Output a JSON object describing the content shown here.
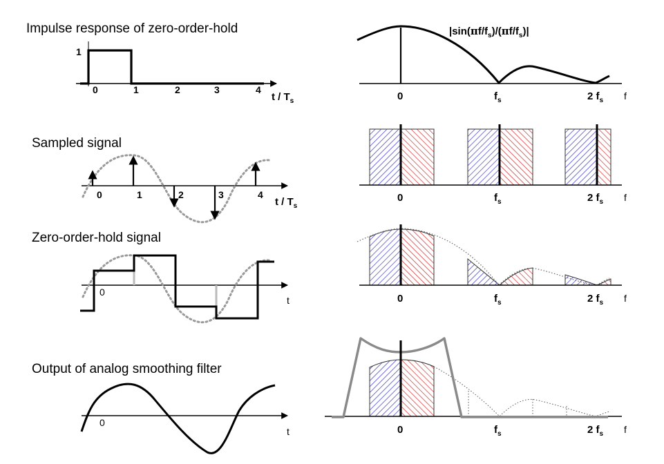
{
  "rows": [
    {
      "title": "Impulse response of zero-order-hold"
    },
    {
      "title": "Sampled signal"
    },
    {
      "title": "Zero-order-hold signal"
    },
    {
      "title": "Output of analog smoothing filter"
    }
  ],
  "time_axis": {
    "impulse_level": "1",
    "ticks": [
      "0",
      "1",
      "2",
      "3",
      "4"
    ],
    "label_main": "t / T",
    "label_sub": "s",
    "label_plain": "t",
    "zero": "0"
  },
  "freq_axis": {
    "zero": "0",
    "fs_main": "f",
    "fs_sub": "s",
    "two_fs_main": "2 f",
    "two_fs_sub": "s",
    "f": "f"
  },
  "sinc_formula": {
    "p1": "|sin(",
    "pi1": "π",
    "p2": "f/f",
    "sub1": "s",
    "p3": ")/(",
    "pi2": "π",
    "p4": "f/f",
    "sub2": "s",
    "p5": ")|"
  },
  "colors": {
    "blue_hatch": "#3a3acc",
    "red_hatch": "#d42a2a",
    "dotted": "#999999",
    "filter_curve": "#8a8a8a",
    "axis": "#000000"
  }
}
